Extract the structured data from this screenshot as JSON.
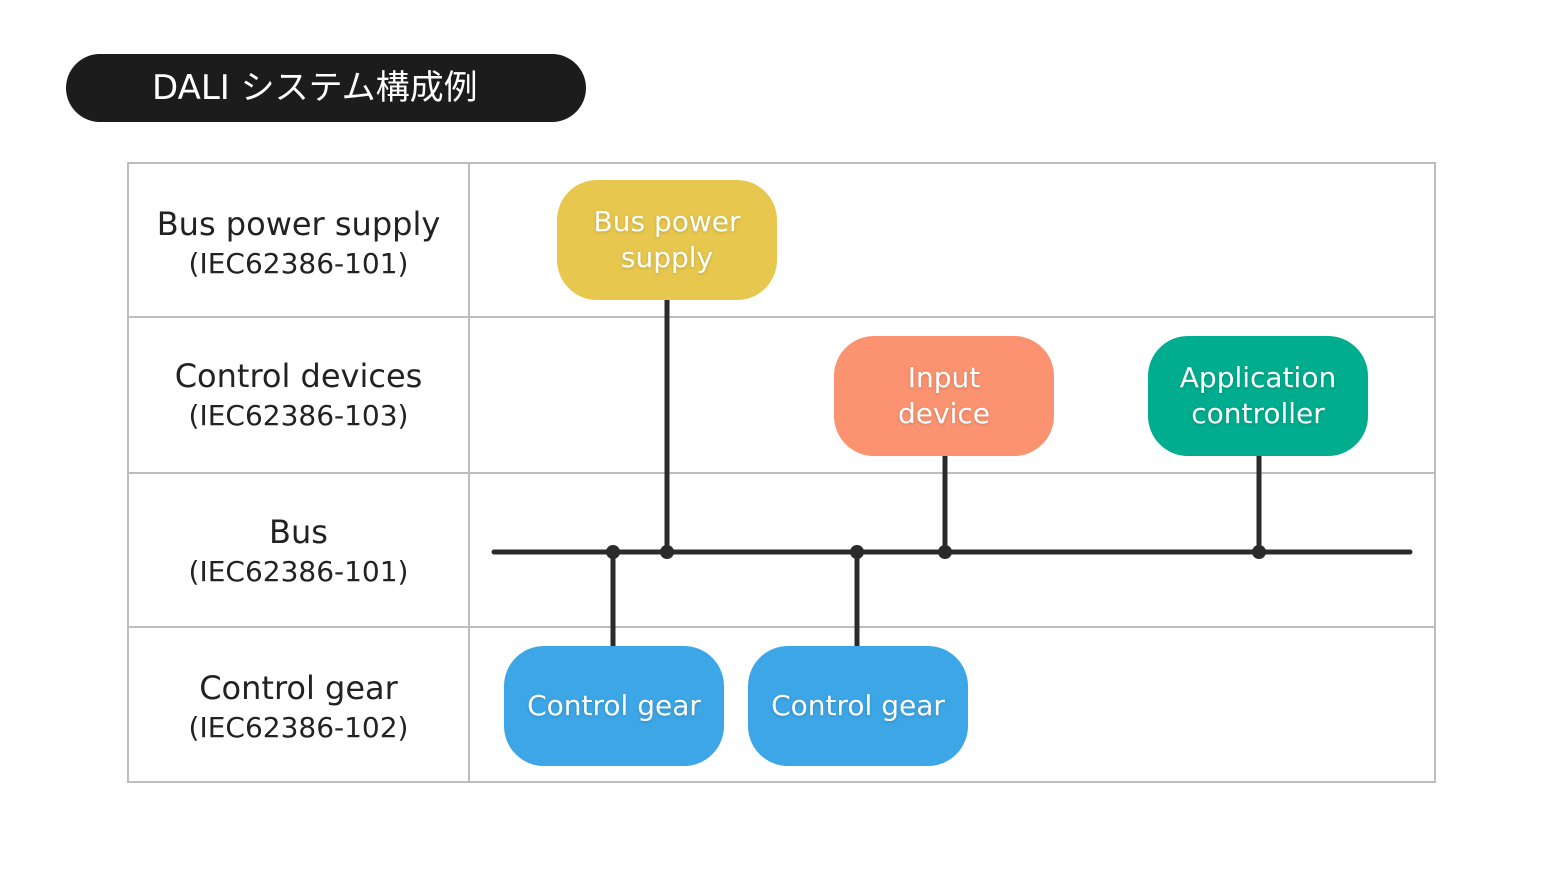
{
  "title": "DALI システム構成例",
  "rows": [
    {
      "name": "Bus power supply",
      "std": "(IEC62386-101)"
    },
    {
      "name": "Control devices",
      "std": "(IEC62386-103)"
    },
    {
      "name": "Bus",
      "std": "(IEC62386-101)"
    },
    {
      "name": "Control gear",
      "std": "(IEC62386-102)"
    }
  ],
  "nodes": {
    "bus_power_supply": {
      "label": "Bus power\nsupply",
      "color": "#e7c74e"
    },
    "input_device": {
      "label": "Input\ndevice",
      "color": "#fb9370"
    },
    "application_controller": {
      "label": "Application\ncontroller",
      "color": "#00ad8e"
    },
    "control_gear_1": {
      "label": "Control gear",
      "color": "#3da6e6"
    },
    "control_gear_2": {
      "label": "Control gear",
      "color": "#3da6e6"
    }
  },
  "colors": {
    "title_bg": "#1c1c1c",
    "grid": "#bdbdbd",
    "bus_line": "#2b2b2b"
  }
}
